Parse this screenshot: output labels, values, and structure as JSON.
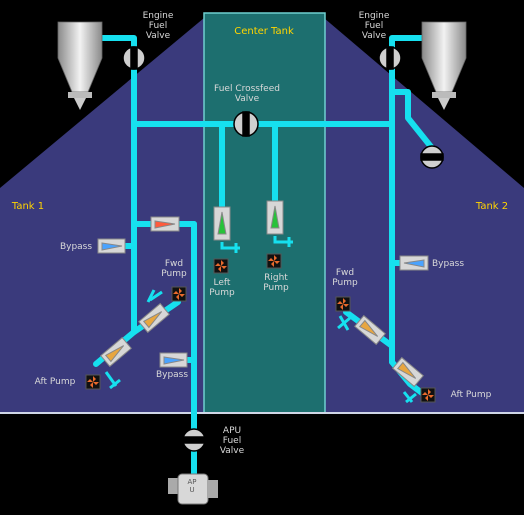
{
  "labels": {
    "engine_left": [
      "Engine",
      "Fuel",
      "Valve"
    ],
    "engine_right": [
      "Engine",
      "Fuel",
      "Valve"
    ],
    "center_tank": "Center Tank",
    "crossfeed": [
      "Fuel Crossfeed",
      "Valve"
    ],
    "tank1": "Tank 1",
    "tank2": "Tank 2",
    "bypass_left_upper": "Bypass",
    "bypass_left_lower": "Bypass",
    "bypass_right": "Bypass",
    "fwd_pump_left": [
      "Fwd",
      "Pump"
    ],
    "fwd_pump_right": [
      "Fwd",
      "Pump"
    ],
    "aft_pump_left": "Aft Pump",
    "aft_pump_right": "Aft Pump",
    "left_pump": [
      "Left",
      "Pump"
    ],
    "right_pump": [
      "Right",
      "Pump"
    ],
    "apu_valve": [
      "APU",
      "Fuel",
      "Valve"
    ],
    "apu": "APU"
  },
  "colors": {
    "background": "#000000",
    "wing_tank": "#3a3a7c",
    "center_tank": "#1d6f6f",
    "fuel_line": "#16e0ef",
    "tank_label": "#ffd400",
    "text": "#d9d9d9"
  },
  "icons": [
    "engine-nacelle-icon",
    "valve-icon",
    "pump-fan-icon",
    "check-valve-icon",
    "apu-icon"
  ]
}
